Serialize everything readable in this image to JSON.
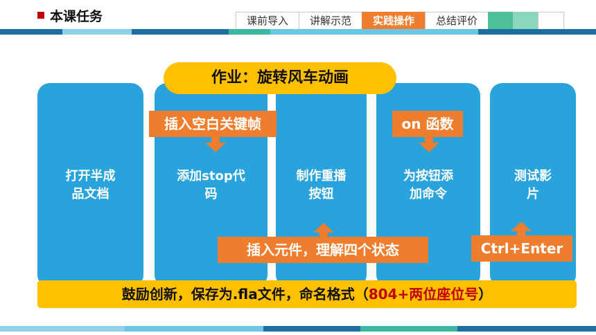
{
  "header": {
    "title": "本课任务",
    "tabs": [
      {
        "label": "课前导入",
        "active": false
      },
      {
        "label": "讲解示范",
        "active": false
      },
      {
        "label": "实践操作",
        "active": true
      },
      {
        "label": "总结评价",
        "active": false
      }
    ]
  },
  "task_title": "作业：旋转风车动画",
  "steps": [
    {
      "label_line1": "打开半成",
      "label_line2": "品文档"
    },
    {
      "label_line1": "添加stop代",
      "label_line2": "码"
    },
    {
      "label_line1": "制作重播",
      "label_line2": "按钮"
    },
    {
      "label_line1": "为按钮添",
      "label_line2": "加命令"
    },
    {
      "label_line1": "测试影",
      "label_line2": "片"
    }
  ],
  "tags": {
    "insert_blank_keyframe": "插入空白关键帧",
    "on_function": "on 函数",
    "insert_symbol": "插入元件，理解四个状态",
    "ctrl_enter": "Ctrl+Enter"
  },
  "bottom_bar": {
    "text_main": "鼓励创新，保存为.fla文件，命名格式（",
    "text_highlight": "804+两位座位号",
    "text_end": "）"
  },
  "colors": {
    "accent_orange": "#ef7d2e",
    "column_blue": "#29a3dc",
    "yellow": "#ffc000",
    "highlight_red": "#c00000"
  }
}
